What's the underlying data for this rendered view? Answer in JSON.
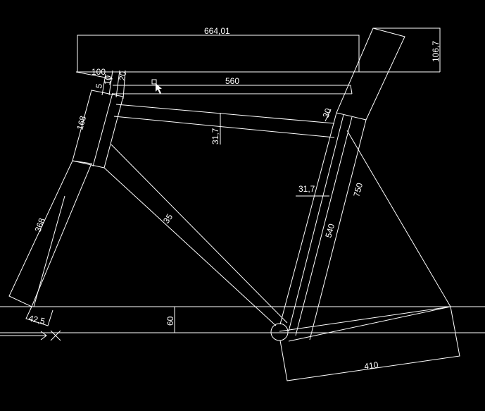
{
  "drawing": {
    "background_color": "#000000",
    "line_color": "#ffffff",
    "dimensions": {
      "overall_reach": "664,01",
      "stack_height": "106,7",
      "top_tube_length": "560",
      "stem_offset": "100",
      "headset_top": "10",
      "headset_spacer": "20",
      "headset_lower": "5",
      "head_tube_length": "168",
      "fork_length": "368",
      "fork_offset": "42,5",
      "top_tube_diameter": "31,7",
      "top_tube_offset": "30",
      "down_tube_diameter": "35",
      "seat_tube_diameter": "31,7",
      "seat_tube_length": "540",
      "seat_height": "750",
      "bb_drop": "60",
      "chainstay_length": "410"
    }
  }
}
